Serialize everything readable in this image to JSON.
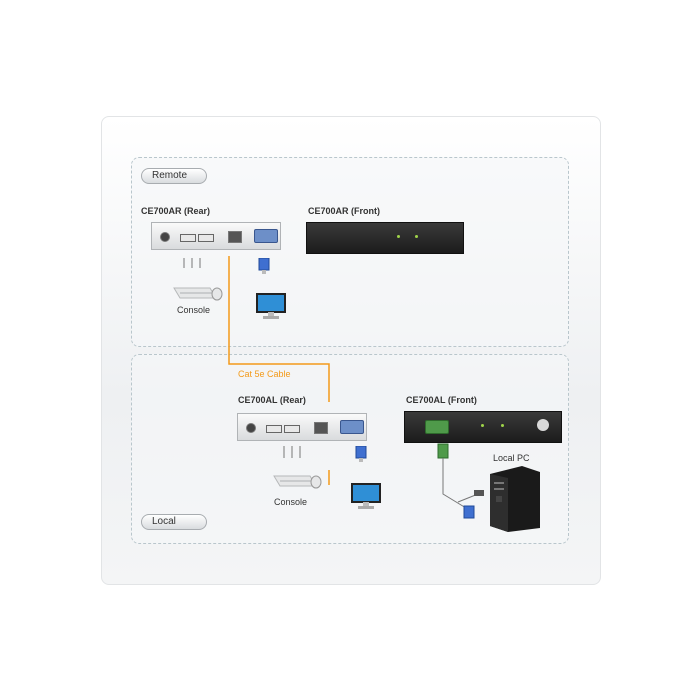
{
  "zones": {
    "remote": {
      "label": "Remote"
    },
    "local": {
      "label": "Local"
    }
  },
  "devices": {
    "remote_rear": {
      "title": "CE700AR (Rear)"
    },
    "remote_front": {
      "title": "CE700AR (Front)"
    },
    "local_rear": {
      "title": "CE700AL (Rear)"
    },
    "local_front": {
      "title": "CE700AL (Front)"
    }
  },
  "labels": {
    "console_remote": "Console",
    "console_local": "Console",
    "cable": "Cat 5e Cable",
    "local_pc": "Local PC"
  },
  "colors": {
    "cable": "#f39a1a",
    "vga_connector": "#3f6fd0",
    "monitor_screen": "#2f8fd6",
    "pc_body": "#1a1a1a"
  },
  "icons": [
    "keyboard-icon",
    "mouse-icon",
    "monitor-icon",
    "vga-connector-icon",
    "usb-connector-icon",
    "pc-tower-icon"
  ]
}
